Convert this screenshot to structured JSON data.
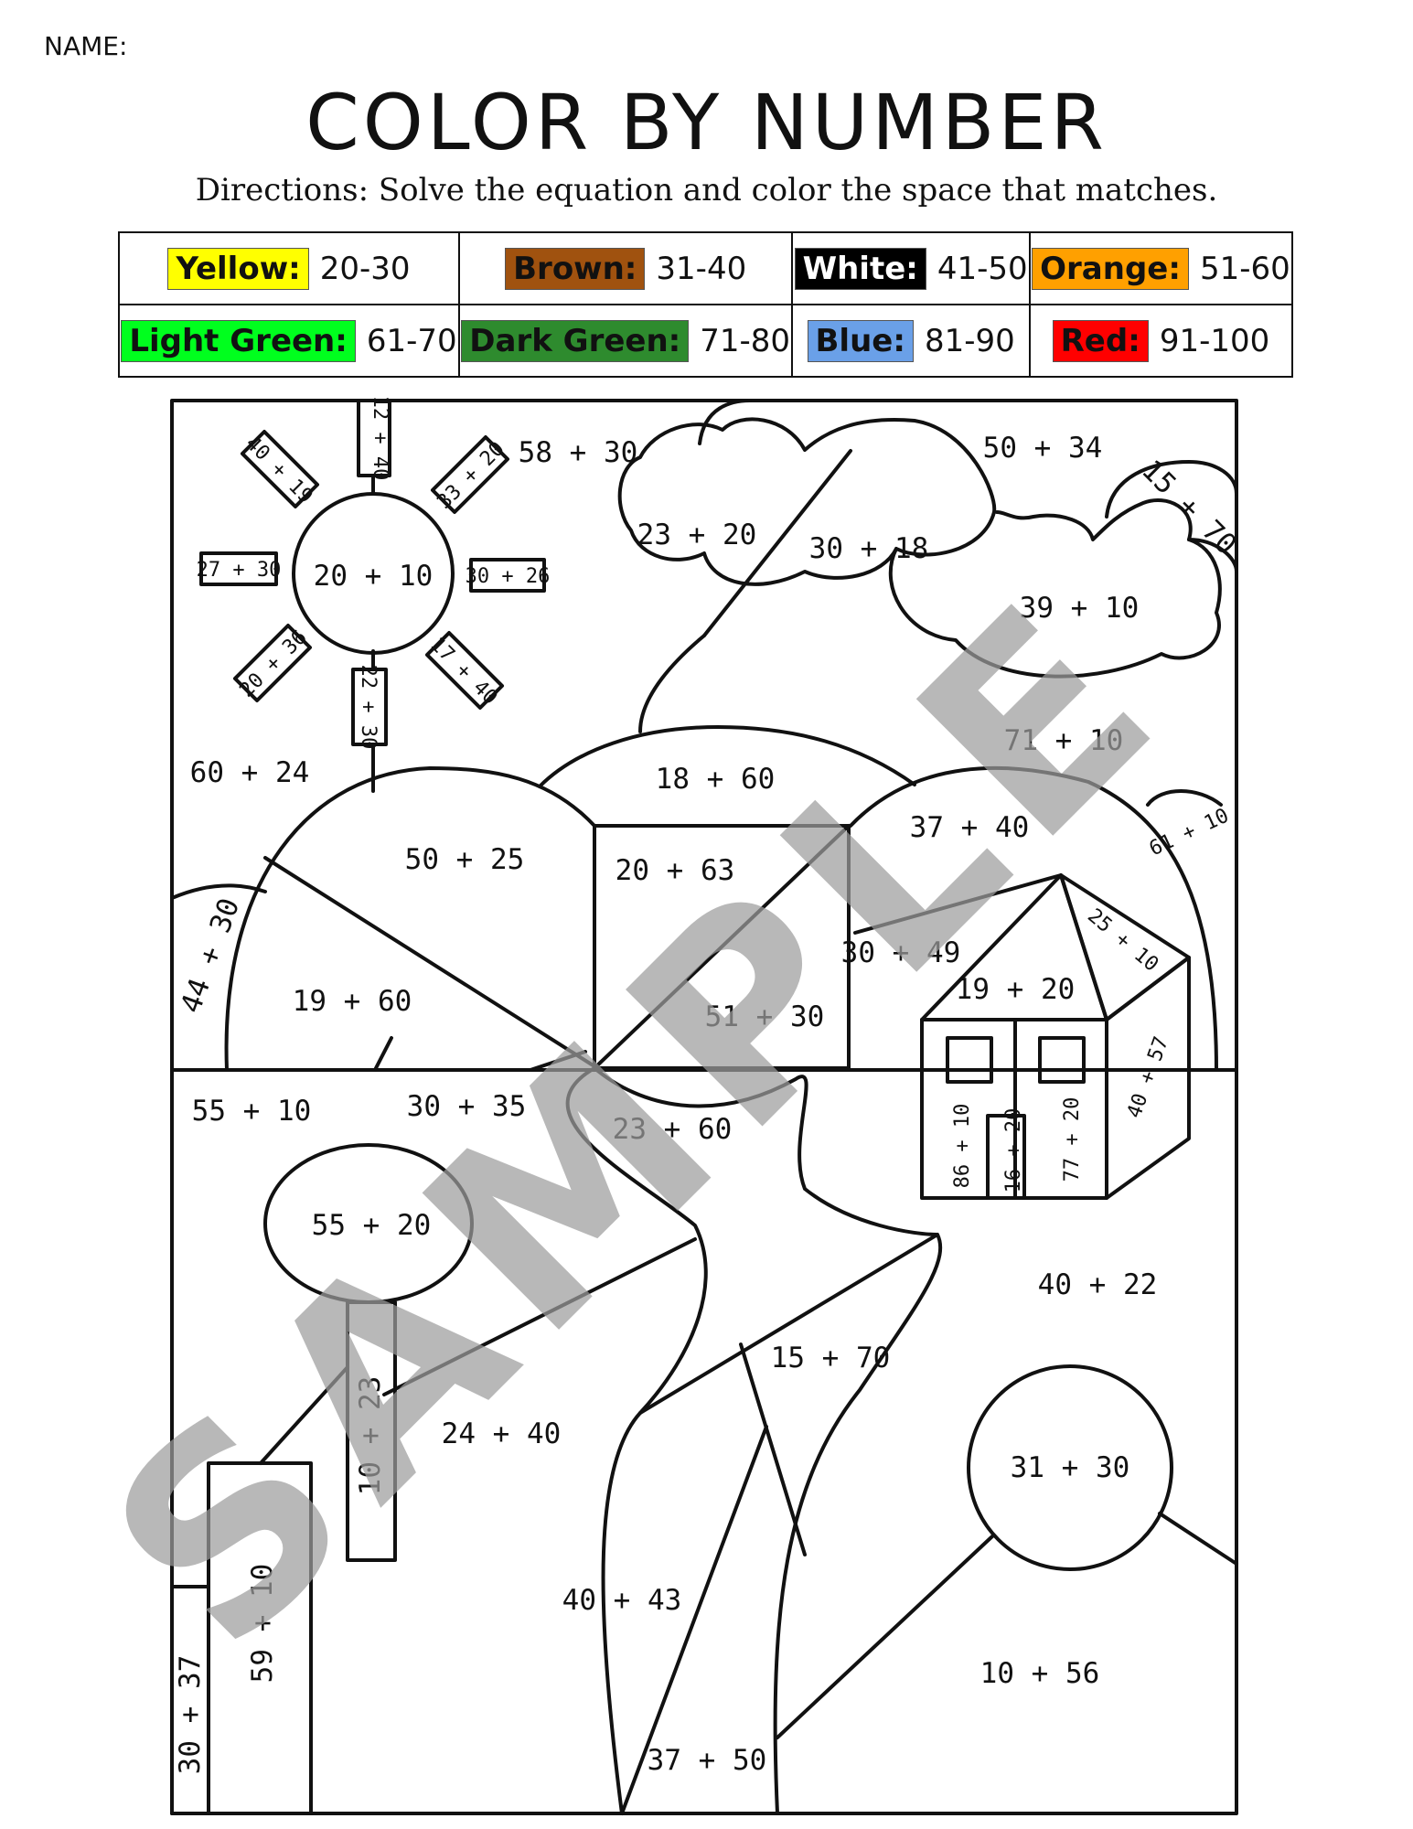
{
  "header": {
    "name_label": "NAME:"
  },
  "title": "COLOR BY NUMBER",
  "directions": "Directions: Solve the equation and color the space that matches.",
  "color_key": [
    {
      "color_name": "Yellow:",
      "range": "20-30",
      "hex": "#ffff00",
      "text_color": "#111111"
    },
    {
      "color_name": "Brown:",
      "range": "31-40",
      "hex": "#a0520f",
      "text_color": "#111111"
    },
    {
      "color_name": "White:",
      "range": "41-50",
      "hex": "#000000",
      "text_color": "#ffffff"
    },
    {
      "color_name": "Orange:",
      "range": "51-60",
      "hex": "#ffa000",
      "text_color": "#111111"
    },
    {
      "color_name": "Light Green:",
      "range": "61-70",
      "hex": "#00ff1e",
      "text_color": "#111111"
    },
    {
      "color_name": "Dark Green:",
      "range": "71-80",
      "hex": "#2e8b2e",
      "text_color": "#111111"
    },
    {
      "color_name": "Blue:",
      "range": "81-90",
      "hex": "#6aa0e8",
      "text_color": "#111111"
    },
    {
      "color_name": "Red:",
      "range": "91-100",
      "hex": "#ff0000",
      "text_color": "#111111"
    }
  ],
  "equations": {
    "sun_center": "20 + 10",
    "ray_top": "12 + 40",
    "ray_top_left": "40 + 19",
    "ray_top_right": "33 + 20",
    "ray_left": "27 + 30",
    "ray_right": "30 + 26",
    "ray_bottom_left": "20 + 36",
    "ray_bottom_right": "17 + 40",
    "ray_bottom": "22 + 30",
    "sky_top_middle": "58 + 30",
    "sky_top_right": "50 + 34",
    "cloud_left": "23 + 20",
    "cloud_middle": "30 + 18",
    "cloud_right": "39 + 10",
    "small_cloud": "15 + 70",
    "sky_left": "60 + 24",
    "sky_right": "71 + 10",
    "hill_top": "18 + 60",
    "hill_left_top": "50 + 25",
    "hill_left_bottom": "19 + 60",
    "hill_far_left": "44 + 30",
    "hill_center_top": "20 + 63",
    "hill_center_bottom": "51 + 30",
    "hill_right": "37 + 40",
    "hill_far_right": "61 + 10",
    "hill_right_lower": "30 + 49",
    "house_roof": "19 + 20",
    "house_roof_side": "25 + 10",
    "house_side": "40 + 57",
    "house_wall_left": "86 + 10",
    "house_door": "16 + 20",
    "house_wall_right": "77 + 20",
    "grass_left": "55 + 10",
    "grass_left_middle": "30 + 35",
    "path_top": "23 + 60",
    "tree_top": "55 + 20",
    "tree_trunk": "10 + 23",
    "grass_middle_left": "24 + 40",
    "grass_right": "40 + 22",
    "grass_middle": "15 + 70",
    "bush": "31 + 30",
    "path_bottom": "40 + 43",
    "grass_bottom_right": "10 + 56",
    "path_lower": "37 + 50",
    "post_left": "30 + 37",
    "post_right": "59 + 10"
  },
  "watermark": "SAMPLE"
}
